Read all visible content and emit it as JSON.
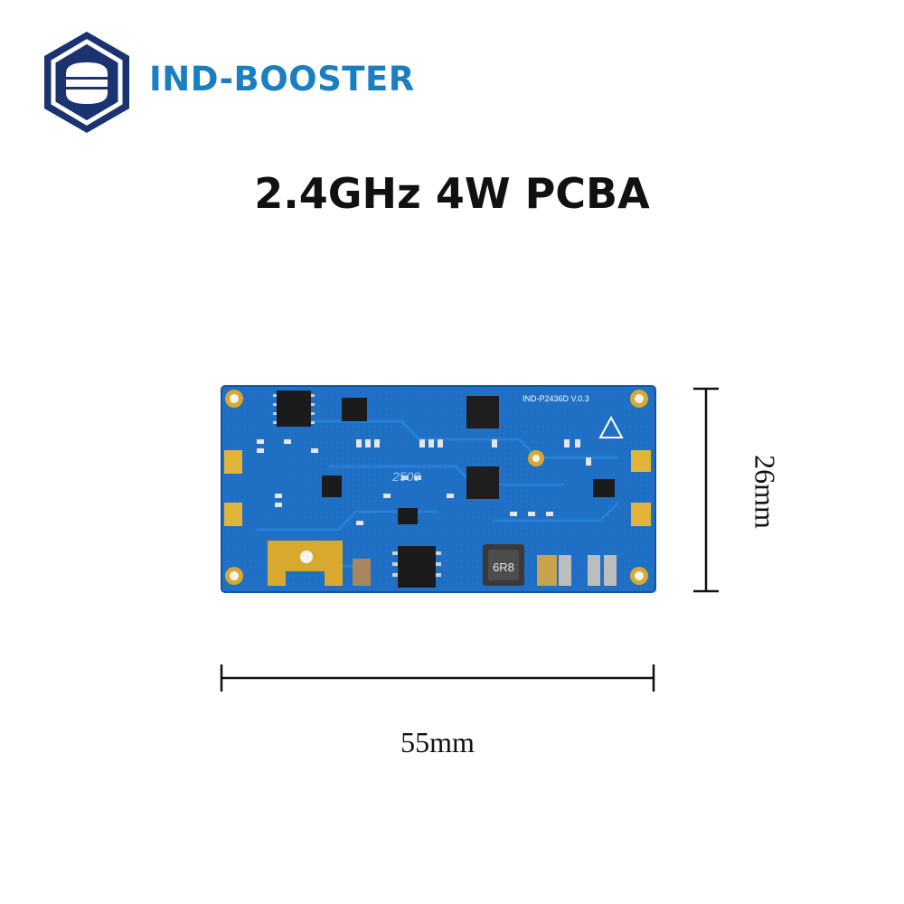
{
  "brand": {
    "name": "IND-BOOSTER",
    "color": "#1a7fc1",
    "logo_color": "#1b3370"
  },
  "title": "2.4GHz 4W PCBA",
  "board": {
    "model_label": "IND-P2436D  V.0.3",
    "date_code": "2509",
    "inductor_code": "6R8",
    "pcb_color": "#1f6fc4"
  },
  "dimensions": {
    "height": "26mm",
    "width": "55mm"
  }
}
